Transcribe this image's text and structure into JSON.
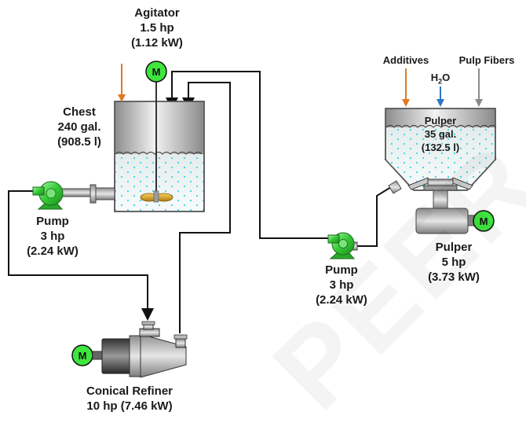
{
  "agitator": {
    "name": "Agitator",
    "power_hp": "1.5 hp",
    "power_kw": "(1.12 kW)"
  },
  "chest": {
    "name": "Chest",
    "volume_gal": "240 gal.",
    "volume_l": "(908.5 l)"
  },
  "pump_left": {
    "name": "Pump",
    "power_hp": "3 hp",
    "power_kw": "(2.24 kW)"
  },
  "pump_right": {
    "name": "Pump",
    "power_hp": "3 hp",
    "power_kw": "(2.24 kW)"
  },
  "refiner": {
    "name": "Conical Refiner",
    "power": "10 hp (7.46 kW)"
  },
  "pulper_tank": {
    "name": "Pulper",
    "volume_gal": "35 gal.",
    "volume_l": "(132.5 l)"
  },
  "pulper_motor": {
    "name": "Pulper",
    "power_hp": "5 hp",
    "power_kw": "(3.73 kW)"
  },
  "inputs": {
    "additives": "Additives",
    "water_main": "H",
    "water_sub": "2",
    "water_tail": "O",
    "pulp_fibers": "Pulp Fibers"
  },
  "motor_label": "M",
  "watermark": "PEER",
  "colors": {
    "additives_arrow": "#e07a1f",
    "water_arrow": "#2f75c8",
    "fiber_arrow": "#8a8a8a",
    "pump_green": "#39d23a",
    "motor_green": "#3ee63e",
    "liquid_bubble": "#3fd2e6",
    "impeller_gold": "#d49a16"
  }
}
